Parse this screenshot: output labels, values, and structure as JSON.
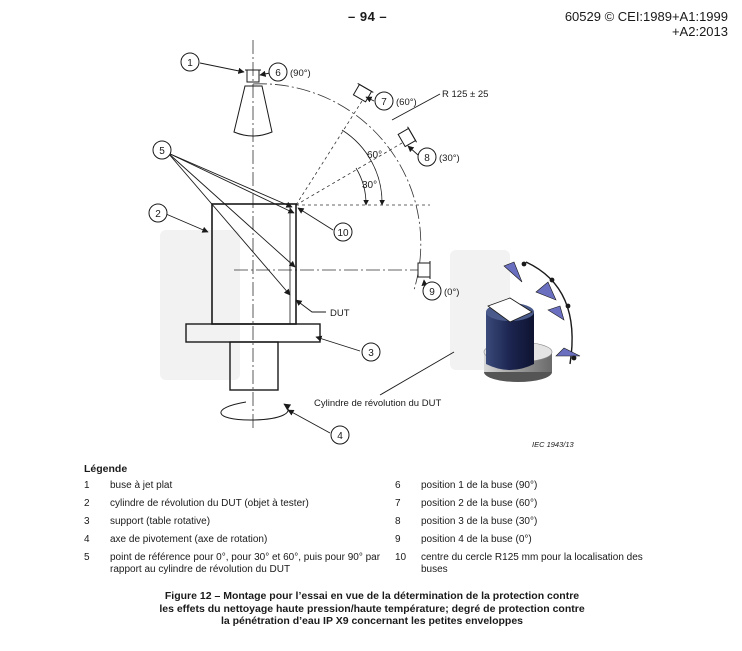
{
  "header": {
    "page_number": "– 94 –",
    "standard_line1": "60529 © CEI:1989+A1:1999",
    "standard_line2": "+A2:2013"
  },
  "figure": {
    "callouts": {
      "c1": "1",
      "c2": "2",
      "c3": "3",
      "c4": "4",
      "c5": "5",
      "c6": "6",
      "c7": "7",
      "c8": "8",
      "c9": "9",
      "c10": "10"
    },
    "callout_suffix": {
      "c6": "(90°)",
      "c7": "(60°)",
      "c8": "(30°)",
      "c9": "(0°)"
    },
    "radius_label": "R 125 ± 25",
    "angle_60": "60°",
    "angle_30": "30°",
    "dut_label": "DUT",
    "cylinder_label": "Cylindre de révolution du DUT",
    "iec_ref": "IEC   1943/13"
  },
  "legend": {
    "title": "Légende",
    "items_left": [
      {
        "num": "1",
        "text": "buse à jet plat"
      },
      {
        "num": "2",
        "text": "cylindre de révolution du DUT (objet à tester)"
      },
      {
        "num": "3",
        "text": "support (table rotative)"
      },
      {
        "num": "4",
        "text": "axe de pivotement (axe de rotation)"
      },
      {
        "num": "5",
        "text": "point de référence pour 0°, pour 30° et 60°, puis pour 90° par rapport au cylindre de révolution du DUT"
      }
    ],
    "items_right": [
      {
        "num": "6",
        "text": "position 1 de la buse (90°)"
      },
      {
        "num": "7",
        "text": "position 2 de la buse (60°)"
      },
      {
        "num": "8",
        "text": "position 3 de la buse (30°)"
      },
      {
        "num": "9",
        "text": "position 4 de la buse (0°)"
      },
      {
        "num": "10",
        "text": "centre du cercle R125 mm pour la localisation des buses"
      }
    ]
  },
  "caption": {
    "line1": "Figure 12 – Montage pour l’essai en vue de la détermination de la protection contre",
    "line2": "les effets du nettoyage haute pression/haute température; degré de protection contre",
    "line3": "la pénétration d’eau IP X9 concernant les petites enveloppes"
  }
}
